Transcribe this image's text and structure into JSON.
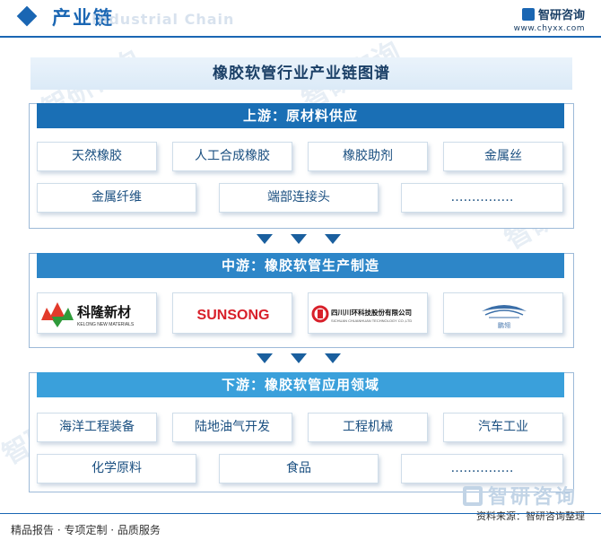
{
  "header": {
    "title": "产业链",
    "subtitle_en": "Industrial Chain",
    "brand": "智研咨询",
    "url": "www.chyxx.com"
  },
  "main_title": "橡胶软管行业产业链图谱",
  "upstream": {
    "title": "上游：原材料供应",
    "items": [
      "天然橡胶",
      "人工合成橡胶",
      "橡胶助剂",
      "金属丝",
      "金属纤维",
      "端部连接头",
      "……………"
    ]
  },
  "midstream": {
    "title": "中游：橡胶软管生产制造",
    "logos": [
      {
        "name": "科隆新材",
        "sub": "KELONG NEW MATERIALS"
      },
      {
        "name": "SUNSONG"
      },
      {
        "name": "四川川环科技股份有限公司",
        "sub": "SICHUAN CHUANHUAN TECHNOLOGY CO.,LTD"
      },
      {
        "name": "鹏翎"
      }
    ]
  },
  "downstream": {
    "title": "下游：橡胶软管应用领域",
    "items": [
      "海洋工程装备",
      "陆地油气开发",
      "工程机械",
      "汽车工业",
      "化学原料",
      "食品",
      "……………"
    ]
  },
  "footer": {
    "left": "精品报告 · 专项定制 · 品质服务",
    "source": "资料来源：智研咨询整理"
  },
  "colors": {
    "primary": "#1a66b3",
    "upstream_header": "#1a6fb5",
    "midstream_header": "#2d86c8",
    "downstream_header": "#3aa0db",
    "text": "#1a4f80"
  }
}
